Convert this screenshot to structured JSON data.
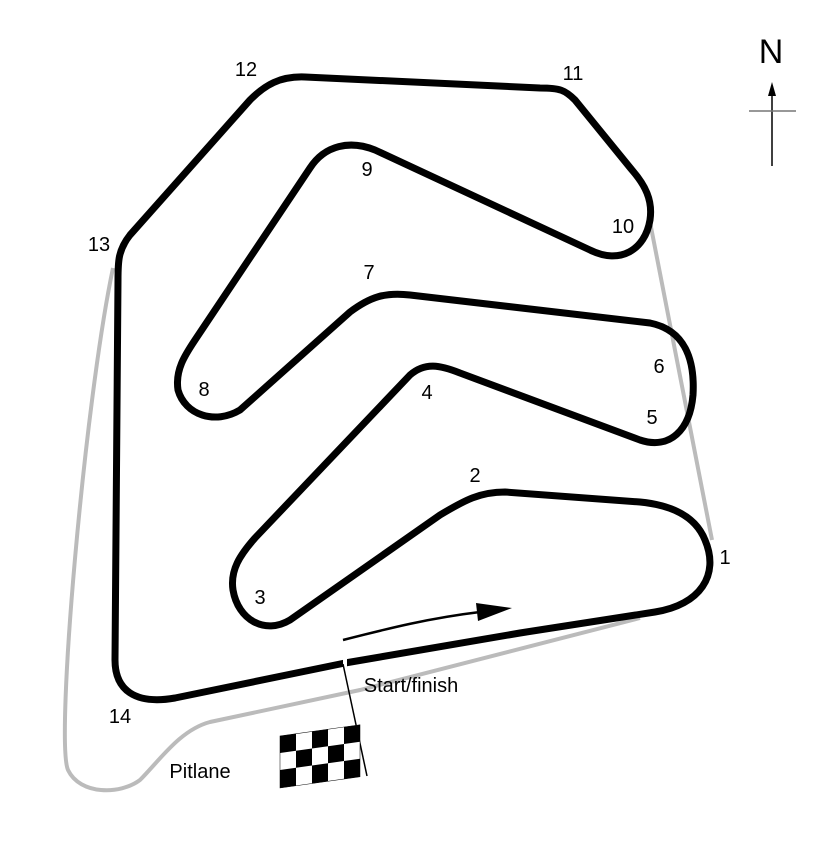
{
  "title": "Circuit map",
  "colors": {
    "track": "#000000",
    "pitlane": "#bbbbbb",
    "background": "#ffffff"
  },
  "turns": [
    "1",
    "2",
    "3",
    "4",
    "5",
    "6",
    "7",
    "8",
    "9",
    "10",
    "11",
    "12",
    "13",
    "14"
  ],
  "start_finish_label": "Start/finish",
  "pitlane_label": "Pitlane",
  "north_label": "N",
  "icons": {
    "flag": "checkered-flag-icon",
    "direction": "direction-arrow-icon",
    "compass": "north-arrow-icon"
  }
}
